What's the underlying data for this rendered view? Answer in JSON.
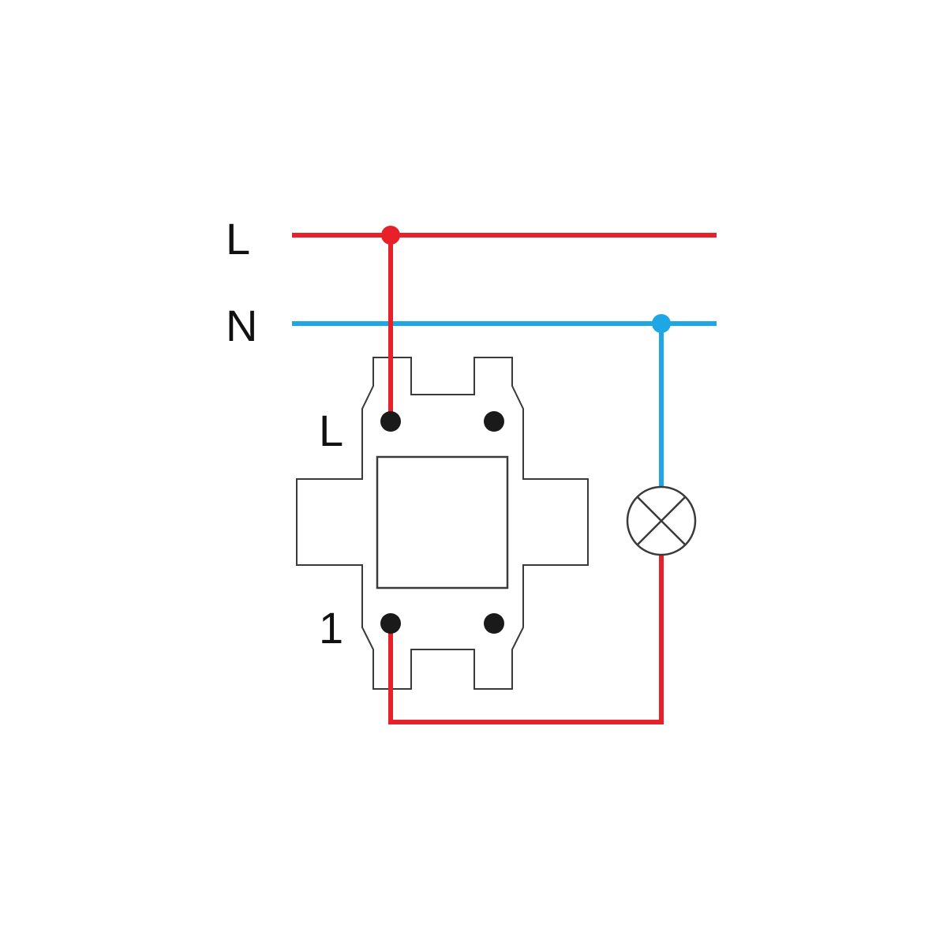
{
  "bus": {
    "live_label": "L",
    "neutral_label": "N"
  },
  "switch": {
    "input_terminal_label": "L",
    "output_terminal_label": "1"
  },
  "colors": {
    "live_wire": "#e8202a",
    "neutral_wire": "#1ea7e4",
    "outline": "#3a3a3a",
    "terminal": "#1a1a1a"
  },
  "icons": {
    "lamp": "lamp-icon"
  }
}
